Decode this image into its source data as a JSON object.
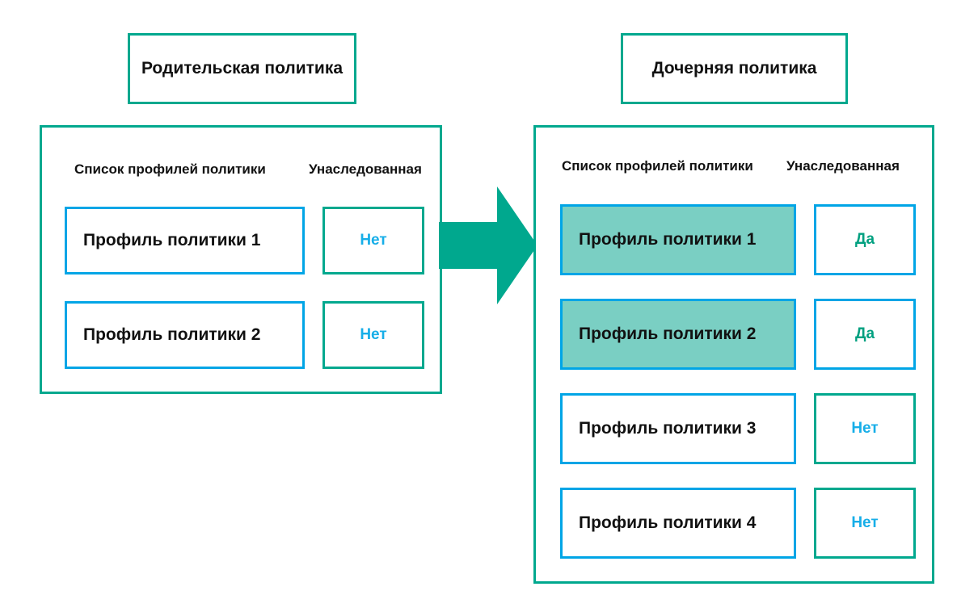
{
  "diagram": {
    "title_parent": "Родительская политика",
    "title_child": "Дочерняя политика",
    "arrow_icon": "right-arrow-icon",
    "colors": {
      "teal_border": "#00A88E",
      "blue_border": "#00A5E6",
      "highlight_fill": "#7ACFC3",
      "status_no_text": "#17AEE8",
      "status_yes_text": "#00A080",
      "text": "#111111",
      "background": "#FFFFFF"
    }
  },
  "parent_panel": {
    "headers": {
      "profiles": "Список профилей политики",
      "inherited": "Унаследованная"
    },
    "rows": [
      {
        "profile": "Профиль политики 1",
        "inherited": "Нет",
        "highlighted": false
      },
      {
        "profile": "Профиль политики 2",
        "inherited": "Нет",
        "highlighted": false
      }
    ]
  },
  "child_panel": {
    "headers": {
      "profiles": "Список профилей политики",
      "inherited": "Унаследованная"
    },
    "rows": [
      {
        "profile": "Профиль политики 1",
        "inherited": "Да",
        "highlighted": true
      },
      {
        "profile": "Профиль политики 2",
        "inherited": "Да",
        "highlighted": true
      },
      {
        "profile": "Профиль политики 3",
        "inherited": "Нет",
        "highlighted": false
      },
      {
        "profile": "Профиль политики 4",
        "inherited": "Нет",
        "highlighted": false
      }
    ]
  }
}
